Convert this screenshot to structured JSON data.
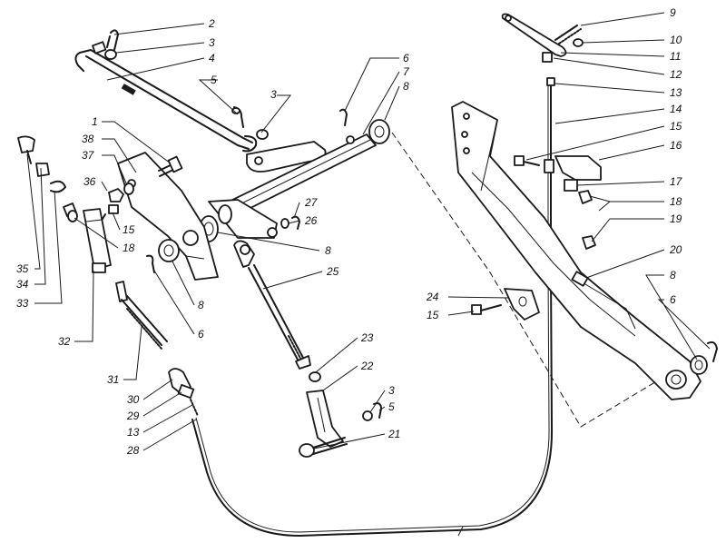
{
  "diagram": {
    "callouts": [
      {
        "id": "c2",
        "text": "2"
      },
      {
        "id": "c3a",
        "text": "3"
      },
      {
        "id": "c4",
        "text": "4"
      },
      {
        "id": "c5a",
        "text": "5"
      },
      {
        "id": "c3b",
        "text": "3"
      },
      {
        "id": "c6a",
        "text": "6"
      },
      {
        "id": "c7",
        "text": "7"
      },
      {
        "id": "c8a",
        "text": "8"
      },
      {
        "id": "c1",
        "text": "1"
      },
      {
        "id": "c38",
        "text": "38"
      },
      {
        "id": "c37",
        "text": "37"
      },
      {
        "id": "c36",
        "text": "36"
      },
      {
        "id": "c15a",
        "text": "15"
      },
      {
        "id": "c18a",
        "text": "18"
      },
      {
        "id": "c27",
        "text": "27"
      },
      {
        "id": "c26",
        "text": "26"
      },
      {
        "id": "c8b",
        "text": "8"
      },
      {
        "id": "c25",
        "text": "25"
      },
      {
        "id": "c8c",
        "text": "8"
      },
      {
        "id": "c6b",
        "text": "6"
      },
      {
        "id": "c35",
        "text": "35"
      },
      {
        "id": "c34",
        "text": "34"
      },
      {
        "id": "c33",
        "text": "33"
      },
      {
        "id": "c32",
        "text": "32"
      },
      {
        "id": "c31",
        "text": "31"
      },
      {
        "id": "c30",
        "text": "30"
      },
      {
        "id": "c29",
        "text": "29"
      },
      {
        "id": "c13a",
        "text": "13"
      },
      {
        "id": "c28",
        "text": "28"
      },
      {
        "id": "c23",
        "text": "23"
      },
      {
        "id": "c22",
        "text": "22"
      },
      {
        "id": "c3c",
        "text": "3"
      },
      {
        "id": "c5b",
        "text": "5"
      },
      {
        "id": "c21",
        "text": "21"
      },
      {
        "id": "c9",
        "text": "9"
      },
      {
        "id": "c10",
        "text": "10"
      },
      {
        "id": "c11",
        "text": "11"
      },
      {
        "id": "c12",
        "text": "12"
      },
      {
        "id": "c13b",
        "text": "13"
      },
      {
        "id": "c14",
        "text": "14"
      },
      {
        "id": "c15b",
        "text": "15"
      },
      {
        "id": "c16",
        "text": "16"
      },
      {
        "id": "c17",
        "text": "17"
      },
      {
        "id": "c18b",
        "text": "18"
      },
      {
        "id": "c19",
        "text": "19"
      },
      {
        "id": "c20",
        "text": "20"
      },
      {
        "id": "c8d",
        "text": "8"
      },
      {
        "id": "c6c",
        "text": "6"
      },
      {
        "id": "c24",
        "text": "24"
      },
      {
        "id": "c15c",
        "text": "15"
      }
    ]
  }
}
